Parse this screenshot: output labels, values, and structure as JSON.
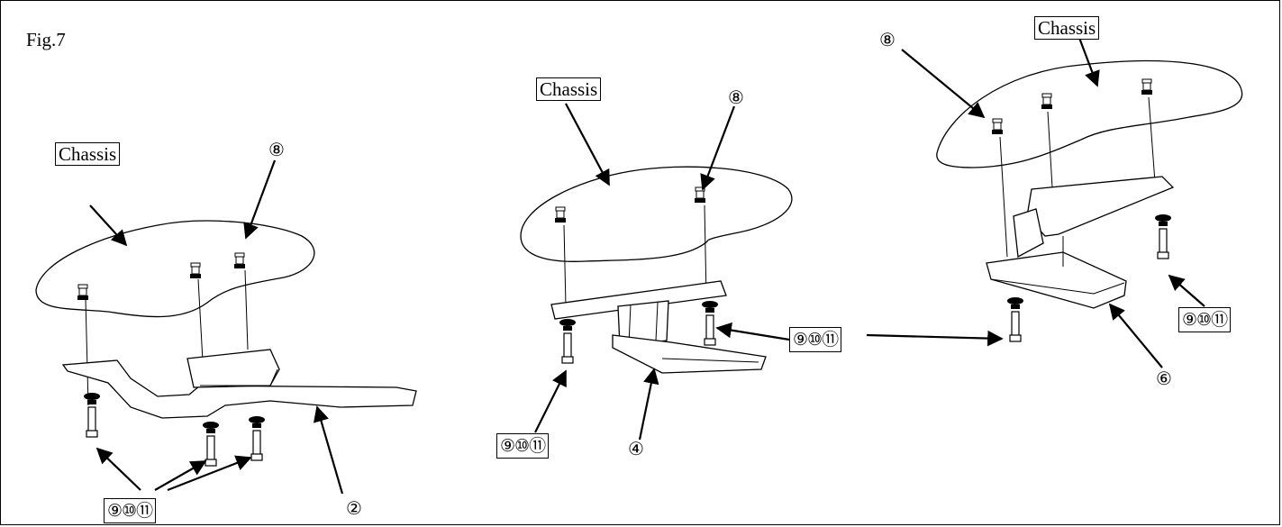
{
  "figure": {
    "title": "Fig.7",
    "chassis_label": "Chassis",
    "bolt_set_label": "⑨⑩⑪",
    "views": [
      {
        "bracket_number": "②",
        "mount_number": "⑧"
      },
      {
        "bracket_number": "④",
        "mount_number": "⑧"
      },
      {
        "bracket_number": "⑥",
        "mount_number": "⑧"
      }
    ]
  }
}
